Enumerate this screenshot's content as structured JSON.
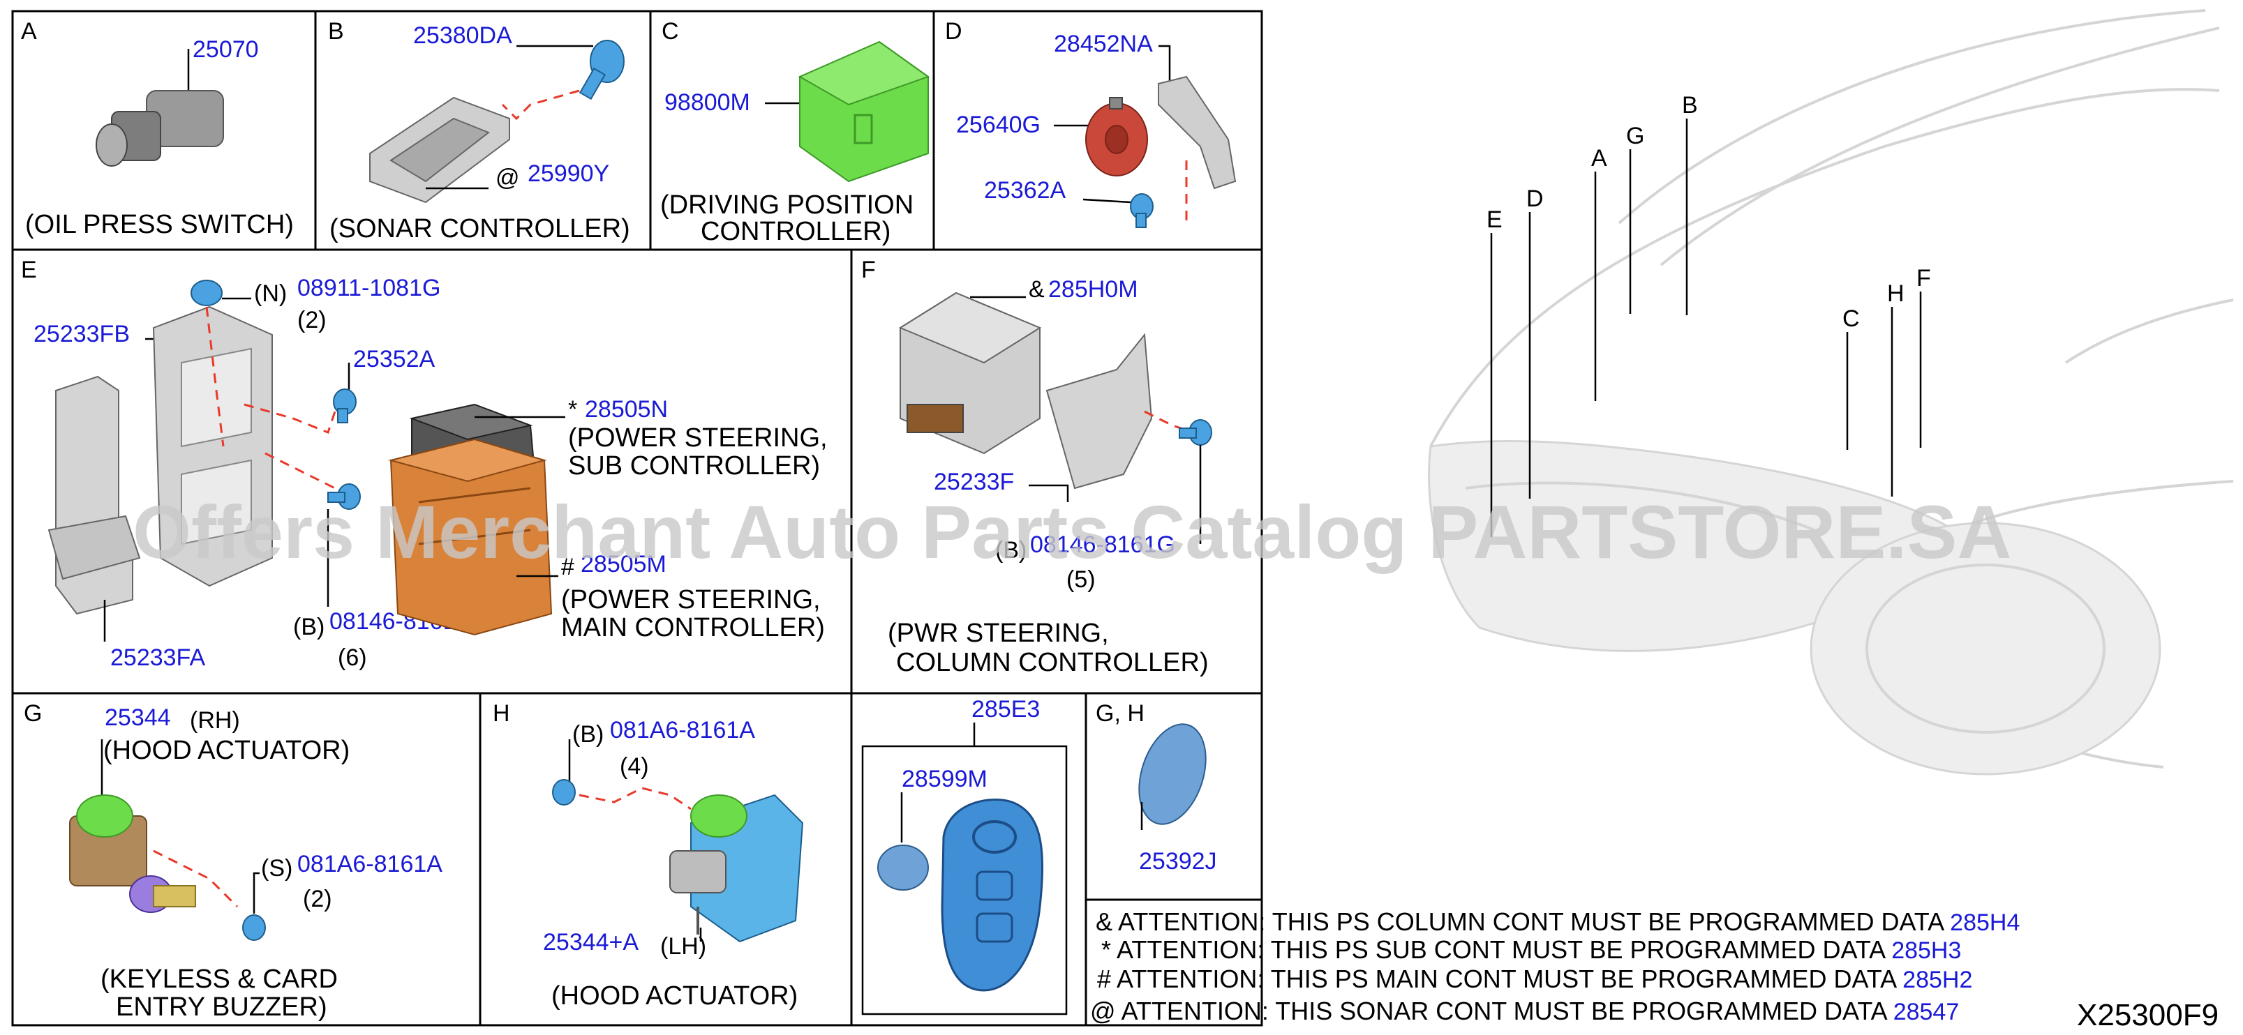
{
  "cells": {
    "a": {
      "letter": "A",
      "part": "25070",
      "caption": "(OIL PRESS SWITCH)"
    },
    "b": {
      "letter": "B",
      "part_bolt": "25380DA",
      "part_ctrl_prefix": "@",
      "part_ctrl": "25990Y",
      "caption": "(SONAR CONTROLLER)"
    },
    "c": {
      "letter": "C",
      "part": "98800M",
      "caption_1": "(DRIVING POSITION",
      "caption_2": "CONTROLLER)"
    },
    "d": {
      "letter": "D",
      "part_bracket": "28452NA",
      "part_horn": "25640G",
      "part_bolt": "25362A"
    },
    "e": {
      "letter": "E",
      "nut_prefix": "(N)",
      "nut_part": "08911-1081G",
      "nut_qty": "(2)",
      "bracket_upper": "25233FB",
      "screw_part": "25352A",
      "sub_prefix": "*",
      "sub_part": "28505N",
      "sub_caption_1": "(POWER STEERING,",
      "sub_caption_2": "SUB CONTROLLER)",
      "main_prefix": "#",
      "main_part": "28505M",
      "main_caption_1": "(POWER STEERING,",
      "main_caption_2": "MAIN CONTROLLER)",
      "bolt_prefix": "(B)",
      "bolt_part": "08146-8161G",
      "bolt_qty": "(6)",
      "bracket_lower": "25233FA"
    },
    "f": {
      "letter": "F",
      "ctrl_prefix": "&",
      "ctrl_part": "285H0M",
      "bracket": "25233F",
      "bolt_prefix": "(B)",
      "bolt_part": "08146-8161G",
      "bolt_qty": "(5)",
      "caption_1": "(PWR STEERING,",
      "caption_2": "COLUMN CONTROLLER)"
    },
    "g": {
      "letter": "G",
      "part": "25344",
      "side": "(RH)",
      "caption_top": "(HOOD ACTUATOR)",
      "screw_prefix": "(S)",
      "screw_part": "081A6-8161A",
      "screw_qty": "(2)",
      "caption_1": "(KEYLESS & CARD",
      "caption_2": "ENTRY BUZZER)"
    },
    "h": {
      "letter": "H",
      "bolt_prefix": "(B)",
      "bolt_part": "081A6-8161A",
      "bolt_qty": "(4)",
      "part": "25344+A",
      "side": "(LH)",
      "caption": "(HOOD ACTUATOR)"
    },
    "key": {
      "assembly": "285E3",
      "battery": "28599M"
    },
    "gh": {
      "letter": "G, H",
      "part": "25392J"
    }
  },
  "car_labels": [
    "A",
    "B",
    "C",
    "D",
    "E",
    "F",
    "G",
    "H"
  ],
  "attentions": [
    {
      "prefix": "&",
      "text": "ATTENTION: THIS PS COLUMN CONT MUST BE PROGRAMMED DATA",
      "part": "285H4"
    },
    {
      "prefix": "*",
      "text": "ATTENTION: THIS PS SUB CONT MUST BE PROGRAMMED DATA",
      "part": "285H3"
    },
    {
      "prefix": "#",
      "text": "ATTENTION: THIS PS MAIN CONT MUST BE PROGRAMMED DATA",
      "part": "285H2"
    },
    {
      "prefix": "@",
      "text": "ATTENTION: THIS SONAR CONT MUST BE PROGRAMMED DATA",
      "part": "28547"
    }
  ],
  "diagram_code": "X25300F9",
  "watermark": "Offers Merchant Auto Parts Catalog PARTSTORE.SA",
  "colors": {
    "part_number": "#1a1ad6",
    "leader_dash": "#e8392a",
    "controller_green": "#6ddc4a",
    "ecu_orange": "#d9823a",
    "horn_red": "#c9483a",
    "key_blue": "#3f8ed6",
    "bolt_blue": "#4aa3e0"
  }
}
